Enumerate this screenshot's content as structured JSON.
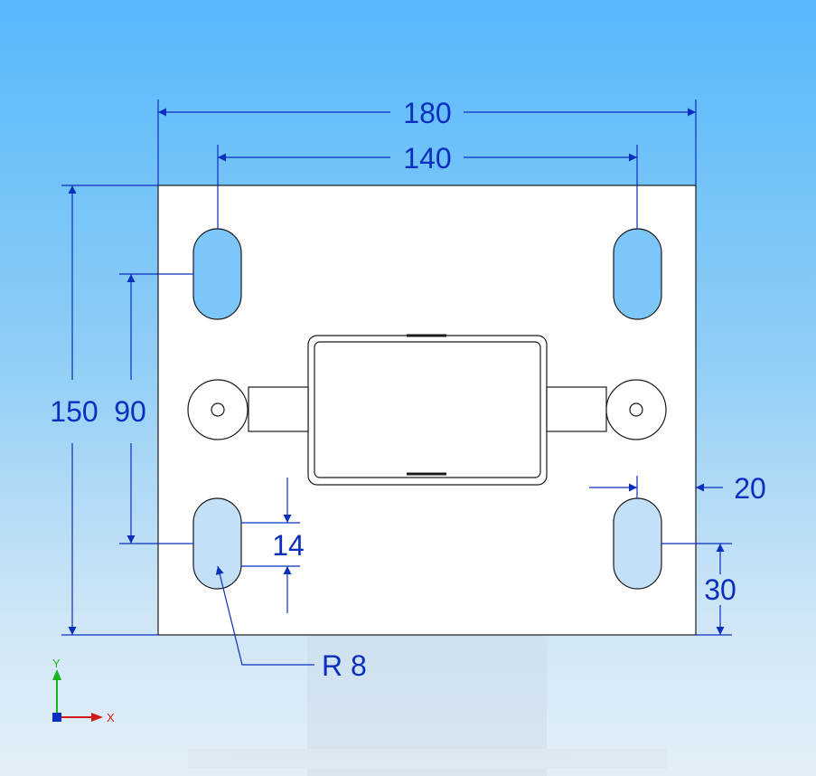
{
  "drawing": {
    "dimensions": {
      "overall_width": "180",
      "slot_spacing": "140",
      "overall_height": "150",
      "slot_vertical_spacing": "90",
      "slot_width": "14",
      "edge_offset_x": "20",
      "edge_offset_y": "30",
      "slot_radius": "R 8"
    },
    "axis_indicator": {
      "x_label": "X",
      "y_label": "Y"
    },
    "colors": {
      "dimension_line": "#0a2fbf",
      "part_outline": "#1a1a1a",
      "part_fill": "#ffffff",
      "background_top": "#56b8fb",
      "background_bottom": "#e3eff8"
    }
  }
}
